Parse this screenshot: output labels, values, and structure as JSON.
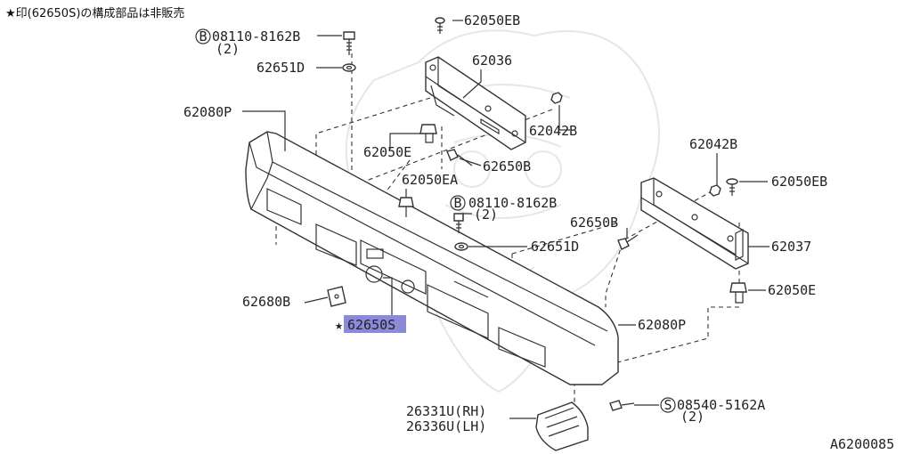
{
  "note": "★印(62650S)の構成部品は非販売",
  "diagram_id": "A6200085",
  "labels": {
    "l_62050EB_top": "62050EB",
    "l_08110_top": "08110-8162B",
    "l_qty2_top": "(2)",
    "l_62651D_top": "62651D",
    "l_62036": "62036",
    "l_62080P_top": "62080P",
    "l_62042B_top": "62042B",
    "l_62050E_top": "62050E",
    "l_62650B_top": "62650B",
    "l_62042B_right": "62042B",
    "l_62050EB_right": "62050EB",
    "l_62050EA": "62050EA",
    "l_08110_mid": "08110-8162B",
    "l_qty2_mid": "(2)",
    "l_62650B_mid": "62650B",
    "l_62651D_mid": "62651D",
    "l_62037": "62037",
    "l_62680B": "62680B",
    "l_62050E_right": "62050E",
    "l_62650S": "62650S",
    "l_62080P_bottom": "62080P",
    "l_08540": "08540-5162A",
    "l_qty2_bottom": "(2)",
    "l_26331U": "26331U(RH)",
    "l_26336U": "26336U(LH)"
  },
  "markers": {
    "bolt_b": "B",
    "screw_s": "S",
    "star": "★"
  },
  "colors": {
    "highlight": "#8a8ad8",
    "line": "#333333",
    "background": "#ffffff"
  }
}
